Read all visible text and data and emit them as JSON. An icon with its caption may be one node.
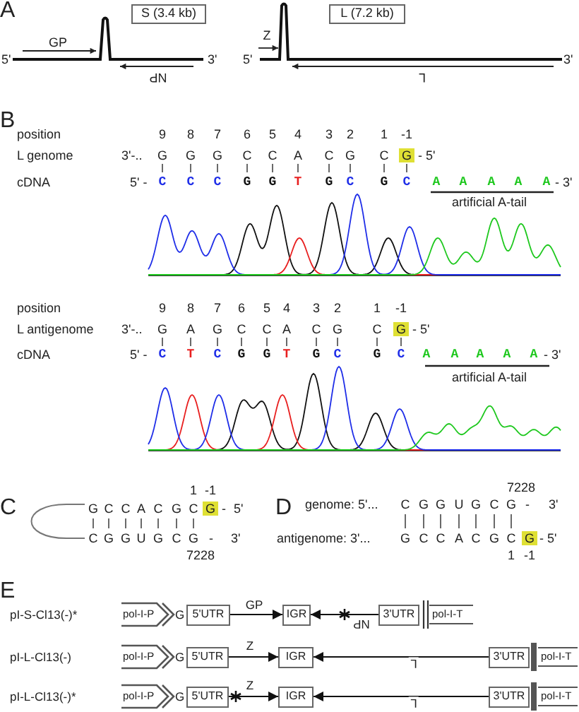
{
  "diagram": {
    "nodes": [
      {
        "text": [
          "S (3.4 kb)"
        ]
      },
      {
        "text": [
          "L (7.2 kb)"
        ]
      },
      {
        "text": [
          "pol-I-P"
        ]
      },
      {
        "text": [
          "5'UTR"
        ]
      },
      {
        "text": [
          "IGR"
        ]
      },
      {
        "text": [
          "3'UTR"
        ]
      },
      {
        "text": [
          "pol-I-T"
        ]
      },
      {
        "text": [
          "pol-I-P"
        ]
      },
      {
        "text": [
          "5'UTR"
        ]
      },
      {
        "text": [
          "IGR"
        ]
      },
      {
        "text": [
          "3'UTR"
        ]
      },
      {
        "text": [
          "pol-I-T"
        ]
      },
      {
        "text": [
          "pol-I-P"
        ]
      },
      {
        "text": [
          "5'UTR"
        ]
      },
      {
        "text": [
          "IGR"
        ]
      },
      {
        "text": [
          "3'UTR"
        ]
      },
      {
        "text": [
          "pol-I-T"
        ]
      }
    ],
    "edges": [
      {
        "from": 3,
        "to": 4,
        "arrow": "to",
        "label": "GP"
      },
      {
        "from": 5,
        "to": 4,
        "arrow": "to",
        "label": "NP"
      },
      {
        "from": 8,
        "to": 9,
        "arrow": "to",
        "label": "Z"
      },
      {
        "from": 10,
        "to": 9,
        "arrow": "to",
        "label": "L"
      },
      {
        "from": 13,
        "to": 14,
        "arrow": "to",
        "label": "Z"
      },
      {
        "from": 15,
        "to": 14,
        "arrow": "to",
        "label": "L"
      }
    ],
    "labels": [
      "A",
      "GP",
      "5'",
      "3'",
      "NP",
      "Z",
      "5'",
      "3'",
      "L",
      "B",
      "position",
      "9 8 7 6 5 4 3 2 1 -1",
      "L genome",
      "3'-..",
      "G G G C C A C G C G",
      "- 5'",
      "cDNA",
      "5' -",
      "C C C G G T G C G C",
      "A A A A A",
      "- 3'",
      "artificial A-tail",
      "position",
      "9 8 7 6 5 4 3 2 1 -1",
      "L antigenome",
      "3'-..",
      "G A G C C A C G C G",
      "- 5'",
      "cDNA",
      "5' -",
      "C T C G G T G C G C",
      "A A A A A",
      "- 3'",
      "artificial A-tail",
      "C",
      "1 -1",
      "G C C A C G C G",
      "- 5'",
      "C G G U G C G",
      "- 3'",
      "7228",
      "D",
      "7228",
      "genome: 5'...",
      "C G G U G C G",
      "- 3'",
      "antigenome: 3'...",
      "G C C A C G C G",
      "- 5'",
      "1 -1",
      "E",
      "pI-S-Cl13(-)*",
      "G",
      "pI-L-Cl13(-)",
      "G",
      "pI-L-Cl13(-)*",
      "G"
    ]
  }
}
